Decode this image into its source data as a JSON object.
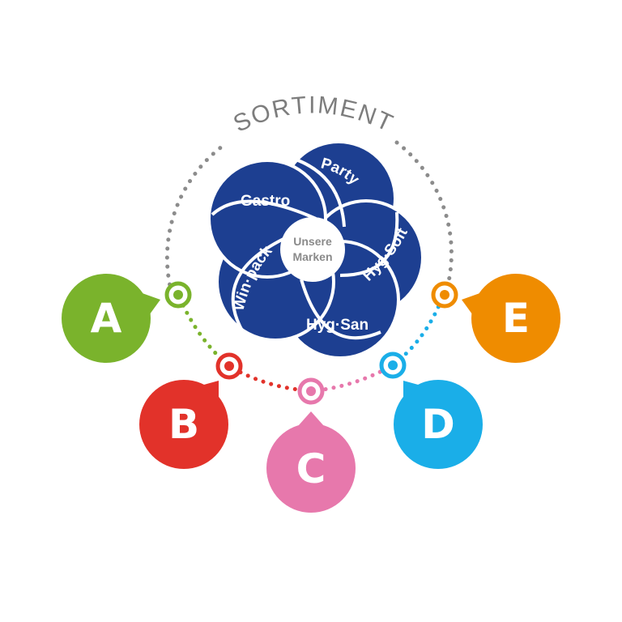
{
  "title": "SORTIMENT",
  "center_label_line1": "Unsere",
  "center_label_line2": "Marken",
  "petals": [
    {
      "label": "Party",
      "color": "#1d3f91"
    },
    {
      "label": "Hyg·Soft",
      "color": "#1d3f91"
    },
    {
      "label": "Hyg·San",
      "color": "#1d3f91"
    },
    {
      "label": "Win·pack",
      "color": "#1d3f91"
    },
    {
      "label": "Gastro",
      "color": "#1d3f91"
    }
  ],
  "badges": [
    {
      "letter": "A",
      "color": "#7ab32c"
    },
    {
      "letter": "B",
      "color": "#e2322a"
    },
    {
      "letter": "C",
      "color": "#e778ac"
    },
    {
      "letter": "D",
      "color": "#1aaee8"
    },
    {
      "letter": "E",
      "color": "#ef8c00"
    }
  ],
  "colors": {
    "ring_dots": "#8c8c8c",
    "petal_outline": "#ffffff",
    "center_fill": "#ffffff"
  }
}
